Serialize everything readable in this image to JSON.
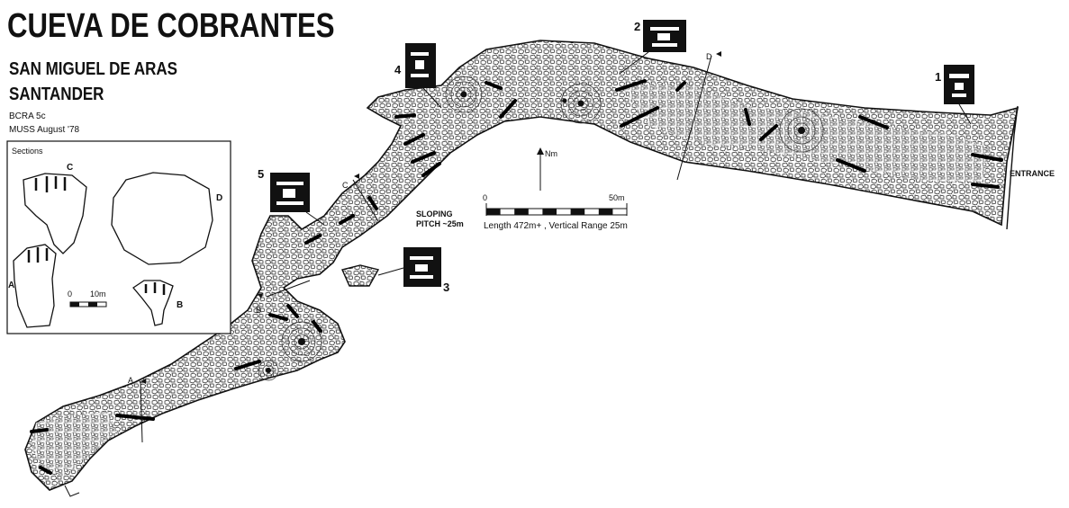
{
  "title": "CUEVA DE COBRANTES",
  "location_line1": "SAN MIGUEL DE ARAS",
  "location_line2": "SANTANDER",
  "grade": "BCRA 5c",
  "survey": "MUSS August '78",
  "sections_box": {
    "heading": "Sections",
    "labels": [
      "C",
      "D",
      "A",
      "B"
    ],
    "scale_zero": "0",
    "scale_end": "10m"
  },
  "labels": {
    "entrance": "ENTRANCE",
    "sloping_pitch_1": "SLOPING",
    "sloping_pitch_2": "PITCH ~25m",
    "north": "Nm",
    "scale_zero": "0",
    "scale_end": "50m",
    "length_range": "Length 472m+ ,  Vertical Range 25m",
    "section_markers": [
      "D",
      "C",
      "B",
      "A"
    ],
    "photo_numbers": [
      "1",
      "2",
      "3",
      "4",
      "5"
    ]
  }
}
